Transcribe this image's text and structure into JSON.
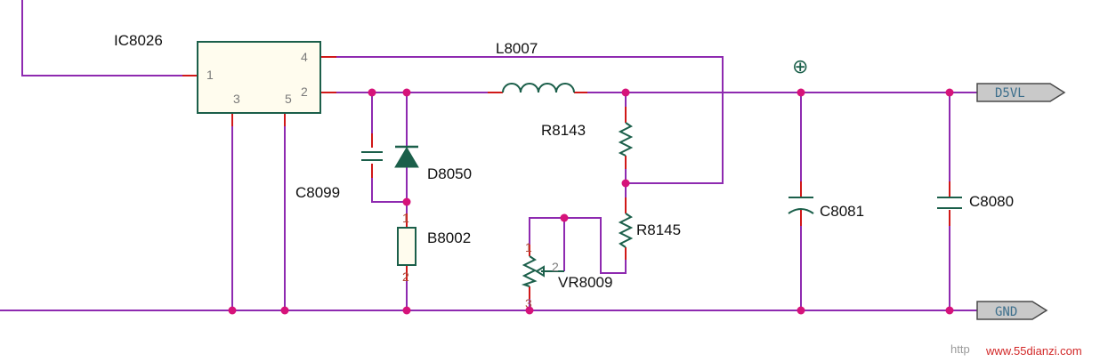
{
  "components": {
    "ic": {
      "ref": "IC8026",
      "pins": [
        "1",
        "2",
        "3",
        "4",
        "5"
      ]
    },
    "inductor": {
      "ref": "L8007"
    },
    "r_top": {
      "ref": "R8143"
    },
    "r_bottom": {
      "ref": "R8145"
    },
    "diode": {
      "ref": "D8050"
    },
    "cap_small": {
      "ref": "C8099"
    },
    "bead": {
      "ref": "B8002",
      "pins": [
        "1",
        "2"
      ]
    },
    "pot": {
      "ref": "VR8009",
      "pins": [
        "1",
        "2",
        "3"
      ]
    },
    "cap_mid": {
      "ref": "C8081"
    },
    "cap_right": {
      "ref": "C8080"
    },
    "polarity_mark": "⊕"
  },
  "ports": {
    "output": "D5VL",
    "ground": "GND"
  },
  "watermark": {
    "prefix": "http",
    "site": "www.55dianzi.com"
  }
}
